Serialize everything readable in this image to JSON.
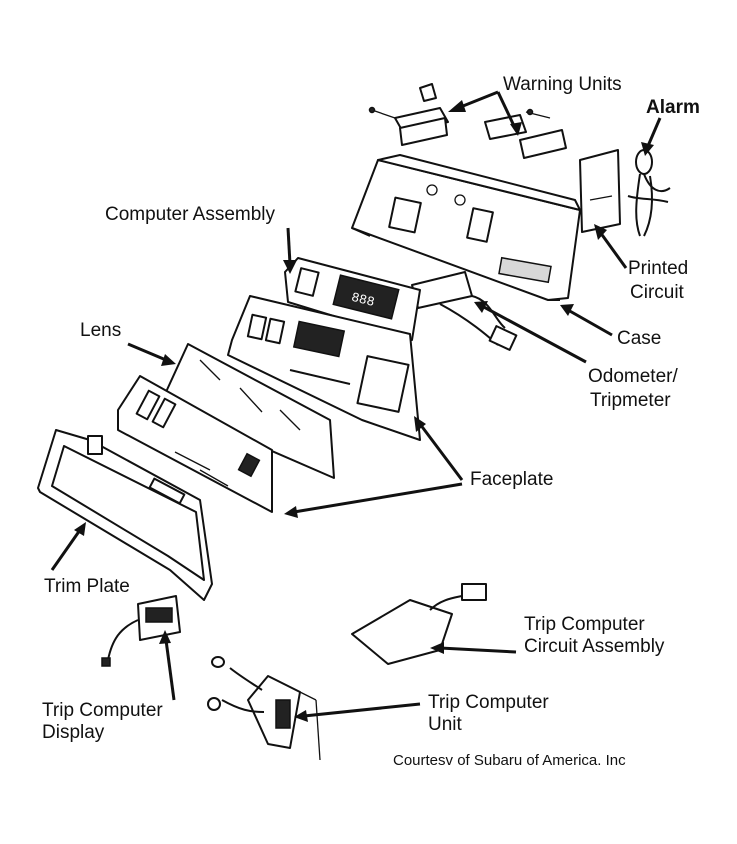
{
  "labels": {
    "warning_units": "Warning Units",
    "alarm": "Alarm",
    "computer_assembly": "Computer Assembly",
    "printed_circuit_line1": "Printed",
    "printed_circuit_line2": "Circuit",
    "lens": "Lens",
    "case": "Case",
    "odometer_line1": "Odometer/",
    "odometer_line2": "Tripmeter",
    "faceplate": "Faceplate",
    "trim_plate": "Trim Plate",
    "trip_computer_circuit_line1": "Trip Computer",
    "trip_computer_circuit_line2": "Circuit Assembly",
    "trip_computer_display_line1": "Trip Computer",
    "trip_computer_display_line2": "Display",
    "trip_computer_unit_line1": "Trip Computer",
    "trip_computer_unit_line2": "Unit",
    "credit": "Courtesv of Subaru of America. Inc"
  },
  "display_readout": "888"
}
